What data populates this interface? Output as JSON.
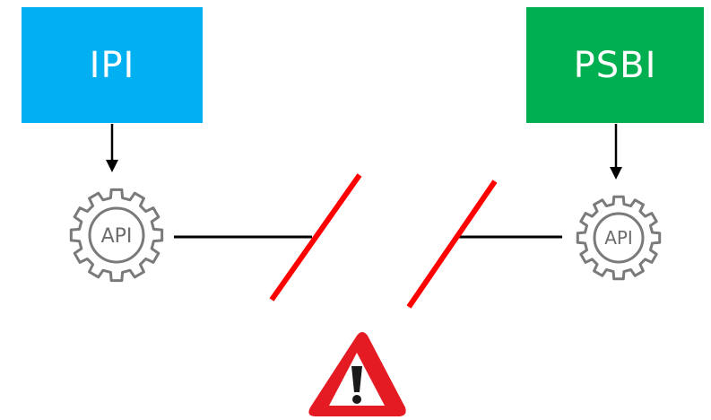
{
  "nodes": {
    "left": {
      "label": "IPI",
      "color": "#00B0F0"
    },
    "right": {
      "label": "PSBI",
      "color": "#00B050"
    }
  },
  "api_icons": {
    "left": {
      "label": "API",
      "icon": "gear-icon"
    },
    "right": {
      "label": "API",
      "icon": "gear-icon"
    }
  },
  "connection": {
    "status": "broken",
    "break_color": "#FF0000",
    "line_color": "#000000"
  },
  "warning": {
    "icon": "warning-triangle-icon",
    "symbol": "!",
    "color": "#E41B23"
  }
}
